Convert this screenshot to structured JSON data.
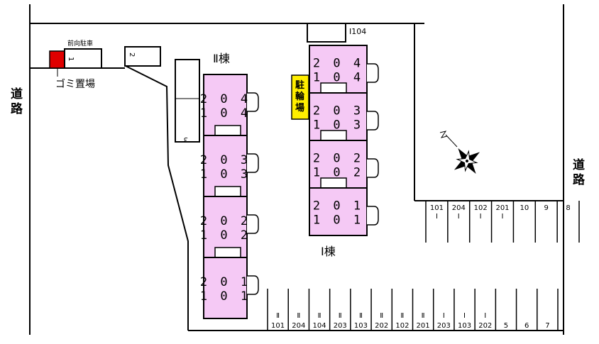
{
  "roads": {
    "left": "道路",
    "right": "道路"
  },
  "garbage_label": "ゴミ置場",
  "front_parking_label": "前向駐車",
  "bicycle_label": "駐輪場",
  "top_lot_label": "I104",
  "building_2": {
    "name": "Ⅱ棟",
    "units": [
      {
        "upper": "204",
        "lower": "104"
      },
      {
        "upper": "203",
        "lower": "103"
      },
      {
        "upper": "202",
        "lower": "102"
      },
      {
        "upper": "201",
        "lower": "101"
      }
    ]
  },
  "building_1": {
    "name": "Ⅰ棟",
    "units": [
      {
        "upper": "204",
        "lower": "104"
      },
      {
        "upper": "203",
        "lower": "103"
      },
      {
        "upper": "202",
        "lower": "102"
      },
      {
        "upper": "201",
        "lower": "101"
      }
    ]
  },
  "left_lots": [
    "1",
    "2",
    "3"
  ],
  "right_row": [
    {
      "num": "101",
      "bldg": "I"
    },
    {
      "num": "204",
      "bldg": "I"
    },
    {
      "num": "102",
      "bldg": "I"
    },
    {
      "num": "201",
      "bldg": "I"
    },
    {
      "num": "10",
      "bldg": ""
    },
    {
      "num": "9",
      "bldg": ""
    },
    {
      "num": "8",
      "bldg": ""
    }
  ],
  "bottom_row": [
    {
      "bldg": "Ⅱ",
      "num": "101"
    },
    {
      "bldg": "Ⅱ",
      "num": "204"
    },
    {
      "bldg": "Ⅱ",
      "num": "104"
    },
    {
      "bldg": "Ⅱ",
      "num": "203"
    },
    {
      "bldg": "Ⅱ",
      "num": "103"
    },
    {
      "bldg": "Ⅱ",
      "num": "202"
    },
    {
      "bldg": "Ⅱ",
      "num": "102"
    },
    {
      "bldg": "Ⅱ",
      "num": "201"
    },
    {
      "bldg": "I",
      "num": "203"
    },
    {
      "bldg": "I",
      "num": "103"
    },
    {
      "bldg": "I",
      "num": "202"
    },
    {
      "bldg": "",
      "num": "5"
    },
    {
      "bldg": "",
      "num": "6"
    },
    {
      "bldg": "",
      "num": "7"
    }
  ],
  "colors": {
    "unit_fill": "#f5c9f5",
    "garbage_fill": "#e00000",
    "bicycle_fill": "#ffee00",
    "line": "#000000"
  }
}
